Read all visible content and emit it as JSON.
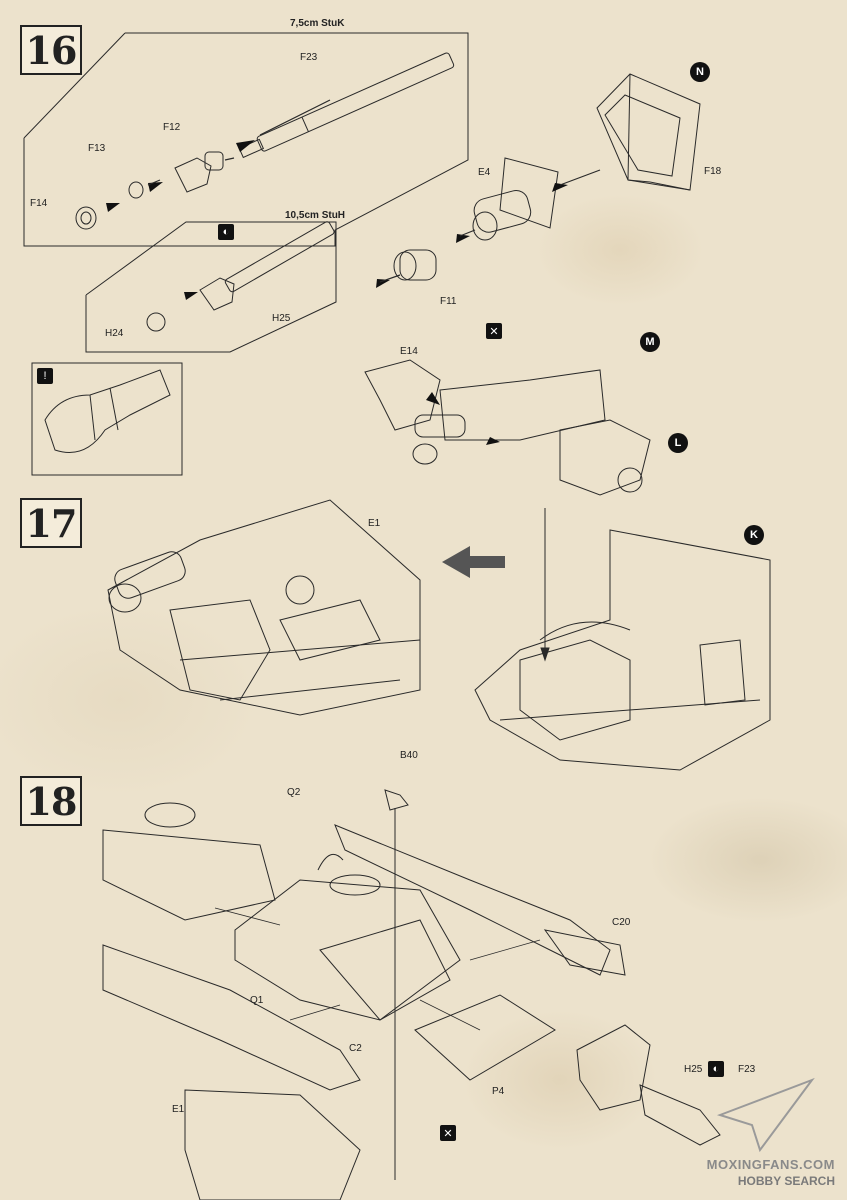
{
  "steps": [
    {
      "number": "16"
    },
    {
      "number": "17"
    },
    {
      "number": "18"
    }
  ],
  "step16": {
    "variant_a_title": "7,5cm StuK",
    "variant_b_title": "10,5cm StuH",
    "labels": {
      "f23": "F23",
      "f12": "F12",
      "f13": "F13",
      "f14": "F14",
      "h24": "H24",
      "h25": "H25",
      "e4": "E4",
      "f18": "F18",
      "f11": "F11",
      "e14": "E14"
    },
    "callouts": {
      "n": "N",
      "m": "M",
      "l": "L"
    }
  },
  "step17": {
    "labels": {
      "e1": "E1"
    },
    "callouts": {
      "k": "K"
    }
  },
  "step18": {
    "labels": {
      "b40": "B40",
      "q2": "Q2",
      "q1": "Q1",
      "c2": "C2",
      "c20": "C20",
      "p4": "P4",
      "e1": "E1",
      "h25": "H25",
      "f23": "F23"
    }
  },
  "watermark": {
    "line1": "MOXINGFANS.COM",
    "line2": "HOBBY SEARCH"
  },
  "colors": {
    "ink": "#222222",
    "paper": "#ece2cc",
    "arrow_grey": "#555555"
  }
}
